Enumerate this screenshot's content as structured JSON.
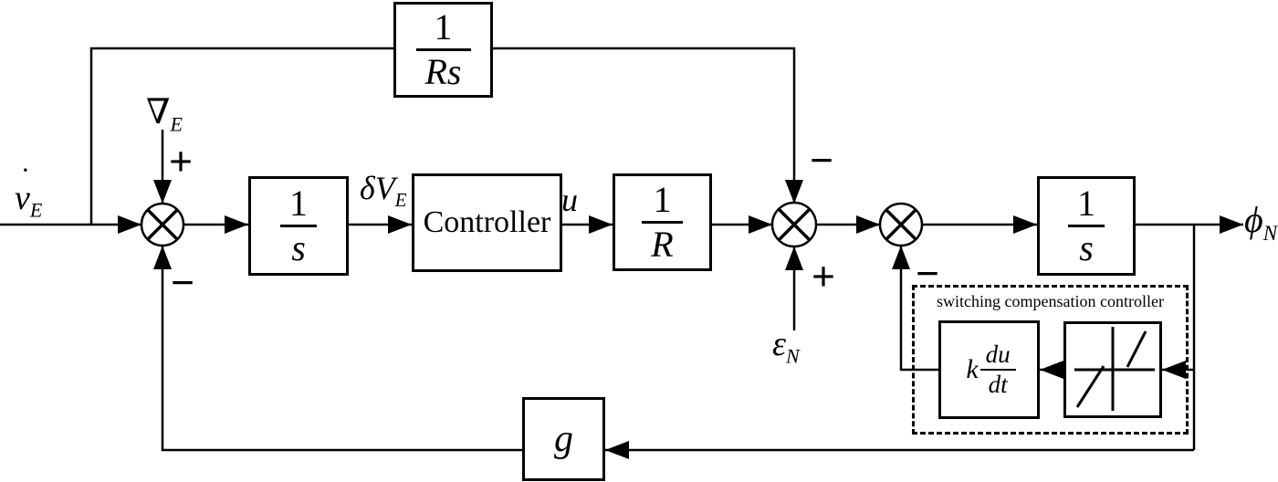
{
  "diagram": {
    "kind": "control-system-block-diagram",
    "colors": {
      "line": "#000000",
      "background": "#ffffff"
    },
    "blocks": {
      "feedback_rs": {
        "numerator": "1",
        "denominator": "Rs"
      },
      "integrator_input": {
        "numerator": "1",
        "denominator": "s"
      },
      "controller": {
        "label": "Controller"
      },
      "gain_r": {
        "numerator": "1",
        "denominator": "R"
      },
      "integrator_output": {
        "numerator": "1",
        "denominator": "s"
      },
      "gain_g": {
        "label": "g"
      },
      "derivative_gain": {
        "coefficient": "k",
        "numerator": "du",
        "denominator": "dt"
      },
      "dead_zone": {
        "icon": "dead-zone-nonlinearity"
      }
    },
    "compensation_box": {
      "title": "switching compensation controller"
    },
    "signals": {
      "input": {
        "base": "v",
        "accent": "˙",
        "sub": "E"
      },
      "disturbance": {
        "base": "∇",
        "sub": "E"
      },
      "delta_v": {
        "base": "δV",
        "sub": "E"
      },
      "control": {
        "base": "u",
        "sub": ""
      },
      "epsilon": {
        "base": "ε",
        "sub": "N"
      },
      "output": {
        "base": "ϕ",
        "sub": "N"
      }
    },
    "signs": {
      "disturbance_plus": "+",
      "input_feedback_minus": "−",
      "rs_feedback_minus": "−",
      "epsilon_plus": "+",
      "compensation_minus": "−"
    }
  }
}
